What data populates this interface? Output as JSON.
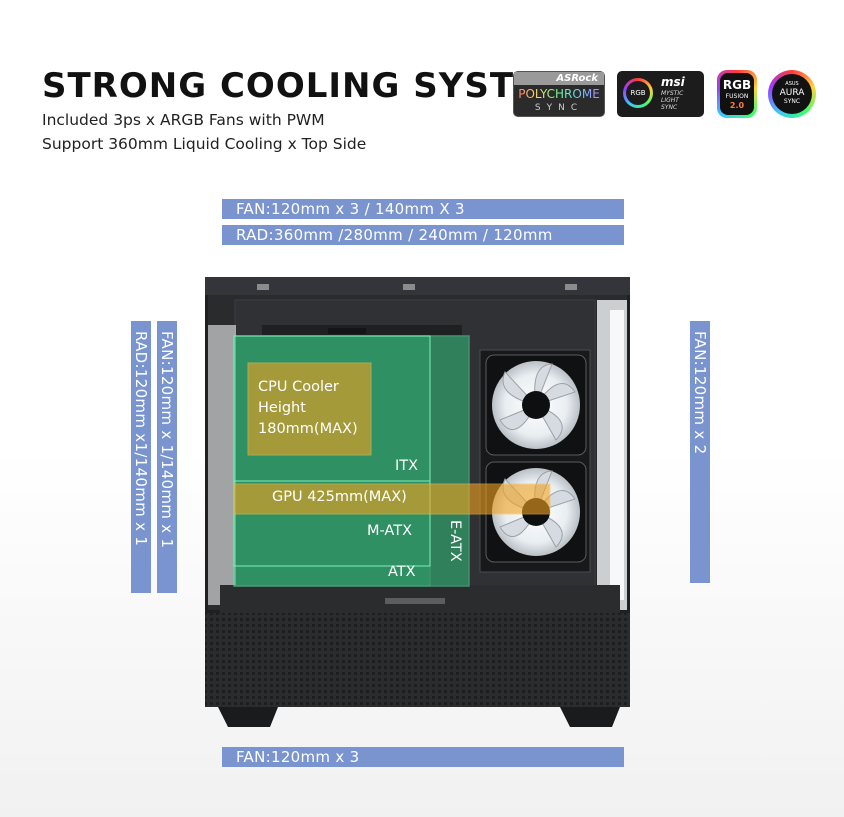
{
  "header": {
    "title": "STRONG COOLING SYSTEM",
    "line1": "Included 3ps x ARGB Fans with PWM",
    "line2": "Support 360mm Liquid Cooling x Top Side"
  },
  "logos": {
    "asrock": {
      "brand": "ASRock",
      "line1": "POLYCHROME",
      "line2": "SYNC"
    },
    "msi": {
      "rgb": "RGB",
      "brand": "msi",
      "line1": "MYSTIC",
      "line2": "LIGHT",
      "line3": "SYNC"
    },
    "gigabyte": {
      "line1": "RGB",
      "line2": "FUSION",
      "line3": "2.0"
    },
    "asus": {
      "brand": "ASUS",
      "line1": "AURA",
      "line2": "SYNC"
    }
  },
  "top_bars": {
    "fan": "FAN:120mm x 3 / 140mm X 3",
    "rad": "RAD:360mm /280mm / 240mm / 120mm"
  },
  "left_bars": {
    "rad": "RAD:120mm x1/140mm x 1",
    "fan": "FAN:120mm x 1/140mm x 1"
  },
  "right_bar": {
    "fan": "FAN:120mm x 2"
  },
  "bottom_bar": {
    "fan": "FAN:120mm x 3"
  },
  "case_labels": {
    "cpu_line1": "CPU Cooler",
    "cpu_line2": "Height",
    "cpu_line3": "180mm(MAX)",
    "itx": "ITX",
    "gpu": "GPU 425mm(MAX)",
    "matx": "M-ATX",
    "eatx": "E-ATX",
    "atx": "ATX"
  },
  "colors": {
    "bar": "#7a94cf",
    "overlay_green": "#2fc27c",
    "overlay_orange": "#f2a21f",
    "case_dark": "#1e1f21"
  }
}
